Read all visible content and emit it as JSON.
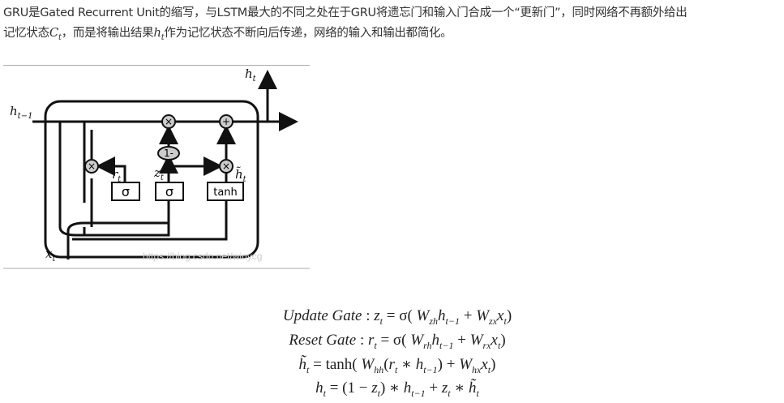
{
  "paragraph": {
    "line1": "GRU是Gated Recurrent Unit的缩写，与LSTM最大的不同之处在于GRU将遗忘门和输入门合成一个“更新门”，同时网络不再额外给出",
    "line2_a": "记忆状态",
    "line2_var1": "C",
    "line2_var1_sub": "t",
    "line2_b": "，而是将输出结果",
    "line2_var2": "h",
    "line2_var2_sub": "t",
    "line2_c": "作为记忆状态不断向后传递，网络的输入和输出都简化。"
  },
  "figure": {
    "label_h_prev": "h",
    "label_h_prev_sub": "t−1",
    "label_h_out": "h",
    "label_h_out_sub": "t",
    "label_x": "x",
    "label_x_sub": "t",
    "label_r": "r",
    "label_r_sub": "t",
    "label_z": "z",
    "label_z_sub": "t",
    "label_htilde": "h̃",
    "label_htilde_sub": "t",
    "op_mul": "×",
    "op_add": "+",
    "op_one_minus": "1-",
    "gate_sigma_r": "σ",
    "gate_sigma_z": "σ",
    "gate_tanh": "tanh",
    "watermark": "https://blog.csdn.net/winycg"
  },
  "equations": [
    [
      {
        "t": "Update Gate",
        "i": 1
      },
      {
        "t": " : "
      },
      {
        "t": "z",
        "i": 1,
        "s": "t"
      },
      {
        "t": " = σ( "
      },
      {
        "t": "W",
        "i": 1,
        "s": "zh"
      },
      {
        "t": "h",
        "i": 1,
        "s": "t−1"
      },
      {
        "t": " + "
      },
      {
        "t": "W",
        "i": 1,
        "s": "zx"
      },
      {
        "t": "x",
        "i": 1,
        "s": "t"
      },
      {
        "t": ")"
      }
    ],
    [
      {
        "t": "Reset Gate",
        "i": 1
      },
      {
        "t": " : "
      },
      {
        "t": "r",
        "i": 1,
        "s": "t"
      },
      {
        "t": " = σ( "
      },
      {
        "t": "W",
        "i": 1,
        "s": "rh"
      },
      {
        "t": "h",
        "i": 1,
        "s": "t−1"
      },
      {
        "t": " + "
      },
      {
        "t": "W",
        "i": 1,
        "s": "rx"
      },
      {
        "t": "x",
        "i": 1,
        "s": "t"
      },
      {
        "t": ")"
      }
    ],
    [
      {
        "t": "h̃",
        "i": 1,
        "s": "t"
      },
      {
        "t": " = tanh( "
      },
      {
        "t": "W",
        "i": 1,
        "s": "hh"
      },
      {
        "t": "("
      },
      {
        "t": "r",
        "i": 1,
        "s": "t"
      },
      {
        "t": " ∗ "
      },
      {
        "t": "h",
        "i": 1,
        "s": "t−1"
      },
      {
        "t": ") + "
      },
      {
        "t": "W",
        "i": 1,
        "s": "hx"
      },
      {
        "t": "x",
        "i": 1,
        "s": "t"
      },
      {
        "t": ")"
      }
    ],
    [
      {
        "t": "h",
        "i": 1,
        "s": "t"
      },
      {
        "t": " = (1 − "
      },
      {
        "t": "z",
        "i": 1,
        "s": "t"
      },
      {
        "t": ") ∗ "
      },
      {
        "t": "h",
        "i": 1,
        "s": "t−1"
      },
      {
        "t": " + "
      },
      {
        "t": "z",
        "i": 1,
        "s": "t"
      },
      {
        "t": " ∗ "
      },
      {
        "t": "h̃",
        "i": 1,
        "s": "t"
      }
    ]
  ]
}
